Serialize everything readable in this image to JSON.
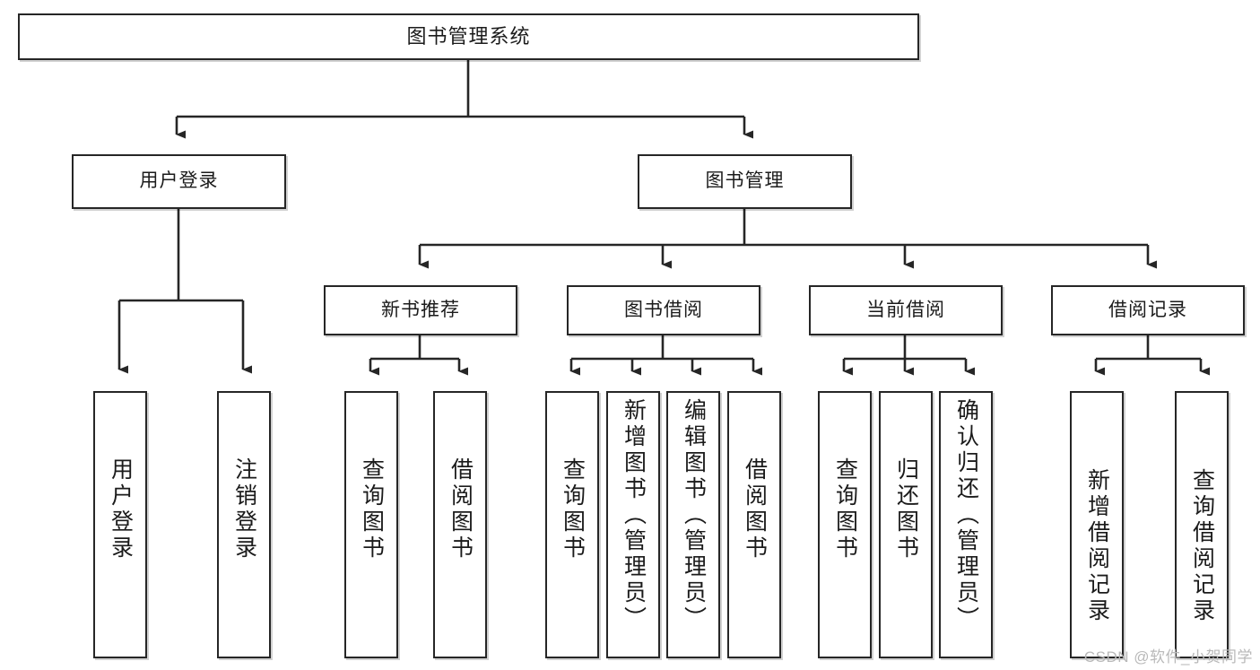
{
  "diagram": {
    "title": "图书管理系统",
    "type": "tree-hierarchy",
    "root": {
      "label": "图书管理系统"
    },
    "level1": [
      {
        "label": "用户登录"
      },
      {
        "label": "图书管理"
      }
    ],
    "level2": [
      {
        "label": "新书推荐",
        "parent": "图书管理"
      },
      {
        "label": "图书借阅",
        "parent": "图书管理"
      },
      {
        "label": "当前借阅",
        "parent": "图书管理"
      },
      {
        "label": "借阅记录",
        "parent": "图书管理"
      }
    ],
    "leaves": [
      {
        "label": "用户登录",
        "parent": "用户登录"
      },
      {
        "label": "注销登录",
        "parent": "用户登录"
      },
      {
        "label": "查询图书",
        "parent": "新书推荐"
      },
      {
        "label": "借阅图书",
        "parent": "新书推荐"
      },
      {
        "label": "查询图书",
        "parent": "图书借阅"
      },
      {
        "label": "新增图书（管理员）",
        "parent": "图书借阅"
      },
      {
        "label": "编辑图书（管理员）",
        "parent": "图书借阅"
      },
      {
        "label": "借阅图书",
        "parent": "图书借阅"
      },
      {
        "label": "查询图书",
        "parent": "当前借阅"
      },
      {
        "label": "归还图书",
        "parent": "当前借阅"
      },
      {
        "label": "确认归还（管理员）",
        "parent": "当前借阅"
      },
      {
        "label": "新增借阅记录",
        "parent": "借阅记录"
      },
      {
        "label": "查询借阅记录",
        "parent": "借阅记录"
      }
    ]
  },
  "watermark": {
    "text": "CSDN @软件_小贺同学"
  },
  "colors": {
    "stroke": "#262626",
    "box_fill": "#ffffff",
    "text": "#1b1b1b",
    "watermark": "#b9b9b9",
    "background": "#ffffff"
  }
}
